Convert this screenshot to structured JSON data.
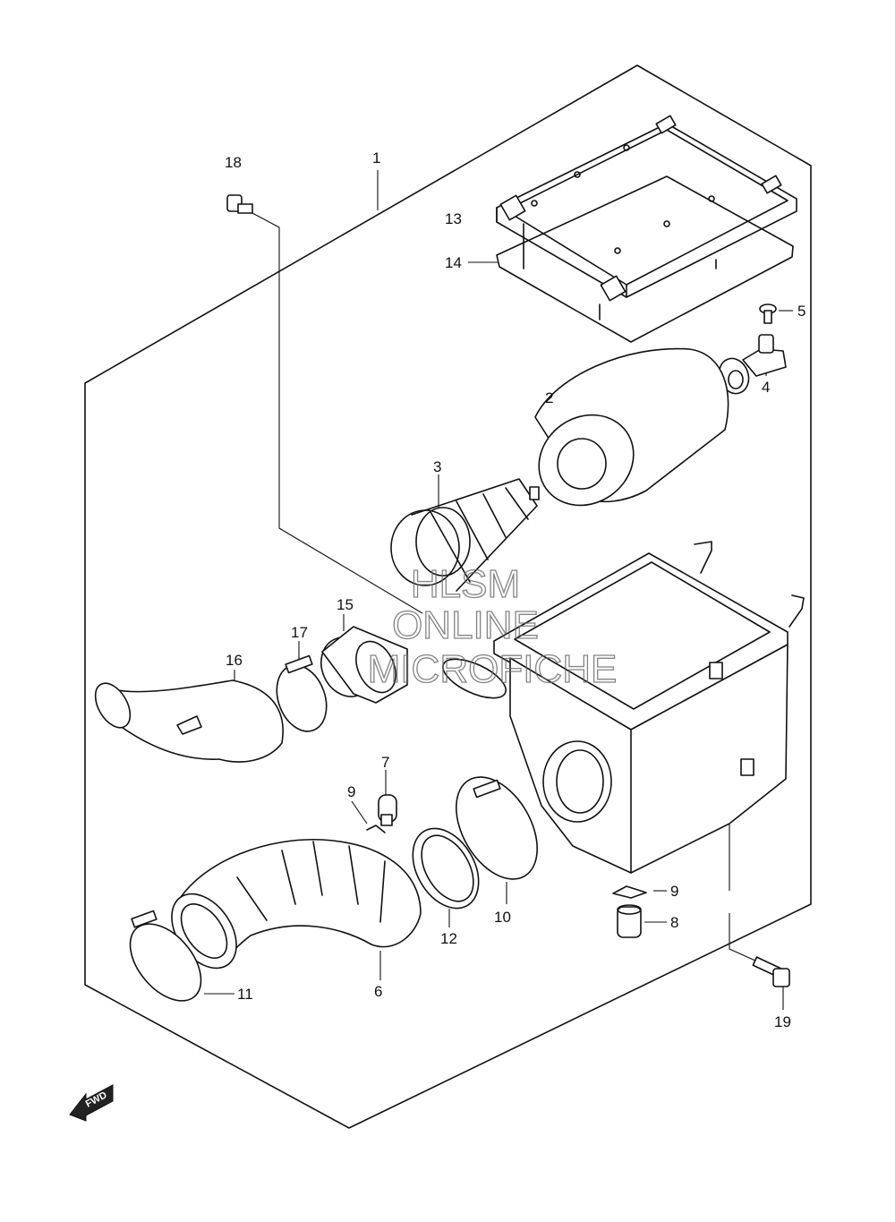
{
  "callouts": [
    {
      "id": "1",
      "text": "1"
    },
    {
      "id": "2",
      "text": "2"
    },
    {
      "id": "3",
      "text": "3"
    },
    {
      "id": "4",
      "text": "4"
    },
    {
      "id": "5",
      "text": "5"
    },
    {
      "id": "6",
      "text": "6"
    },
    {
      "id": "7",
      "text": "7"
    },
    {
      "id": "8",
      "text": "8"
    },
    {
      "id": "9a",
      "text": "9"
    },
    {
      "id": "9b",
      "text": "9"
    },
    {
      "id": "10",
      "text": "10"
    },
    {
      "id": "11",
      "text": "11"
    },
    {
      "id": "12",
      "text": "12"
    },
    {
      "id": "13",
      "text": "13"
    },
    {
      "id": "14",
      "text": "14"
    },
    {
      "id": "15",
      "text": "15"
    },
    {
      "id": "16",
      "text": "16"
    },
    {
      "id": "17",
      "text": "17"
    },
    {
      "id": "18",
      "text": "18"
    },
    {
      "id": "19",
      "text": "19"
    }
  ],
  "watermark": {
    "line1": "HLSM",
    "line2": "ONLINE",
    "line3": "MICROFICHE"
  },
  "direction_badge": "FWD"
}
